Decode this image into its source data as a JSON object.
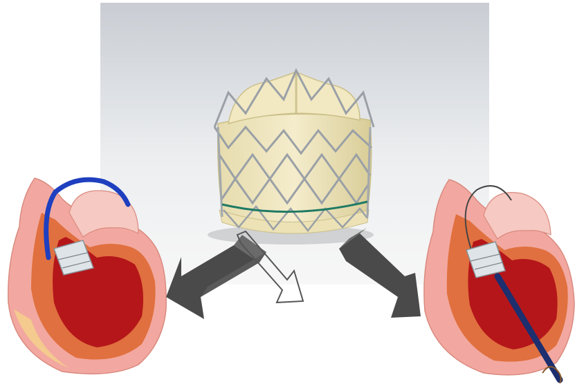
{
  "figure": {
    "panels": [
      {
        "id": "valve-photo",
        "depicts": "transcatheter-heart-valve"
      },
      {
        "id": "heart-left",
        "depicts": "heart-cross-section-with-catheter-deployed-valve"
      },
      {
        "id": "heart-right",
        "depicts": "heart-cross-section-with-catheter-deployed-valve"
      }
    ],
    "arrows": [
      {
        "id": "arrow-left",
        "style": "solid-3d",
        "color": "#4a4a4a",
        "direction": "down-left"
      },
      {
        "id": "arrow-outline",
        "style": "outline",
        "color": "#555555",
        "direction": "down-right"
      },
      {
        "id": "arrow-right",
        "style": "solid-3d",
        "color": "#4a4a4a",
        "direction": "down-right"
      }
    ],
    "colors": {
      "photo_background": "#e9eaec",
      "valve_tissue": "#efe6c0",
      "stent_frame": "#9aa0a6",
      "suture_line": "#1f7a64",
      "myocardium": "#e0703f",
      "chamber_interior": "#b5161a",
      "catheter_left": "#1e3fbf",
      "catheter_right": "#1d2f6e"
    }
  }
}
